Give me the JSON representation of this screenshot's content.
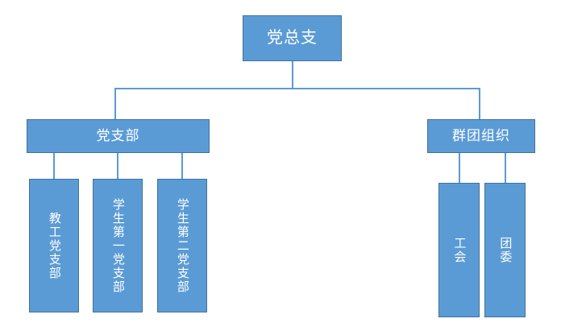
{
  "chart": {
    "type": "org-chart",
    "title": "",
    "theme": {
      "node_fill": "#5B9BD5",
      "node_border": "#41719C",
      "connector": "#5B9BD5",
      "text": "#FFFFFF",
      "background": "#FFFFFF"
    }
  },
  "nodes": {
    "root": {
      "label": "党总支",
      "orientation": "horizontal"
    },
    "level2": [
      {
        "label": "党支部",
        "orientation": "horizontal"
      },
      {
        "label": "群团组织",
        "orientation": "horizontal"
      }
    ],
    "party_branches": [
      {
        "label": "教工党支部",
        "orientation": "vertical"
      },
      {
        "label": "学生第一党支部",
        "orientation": "vertical"
      },
      {
        "label": "学生第二党支部",
        "orientation": "vertical"
      }
    ],
    "mass_orgs": [
      {
        "label": "工会",
        "orientation": "vertical"
      },
      {
        "label": "团委",
        "orientation": "vertical"
      }
    ]
  }
}
